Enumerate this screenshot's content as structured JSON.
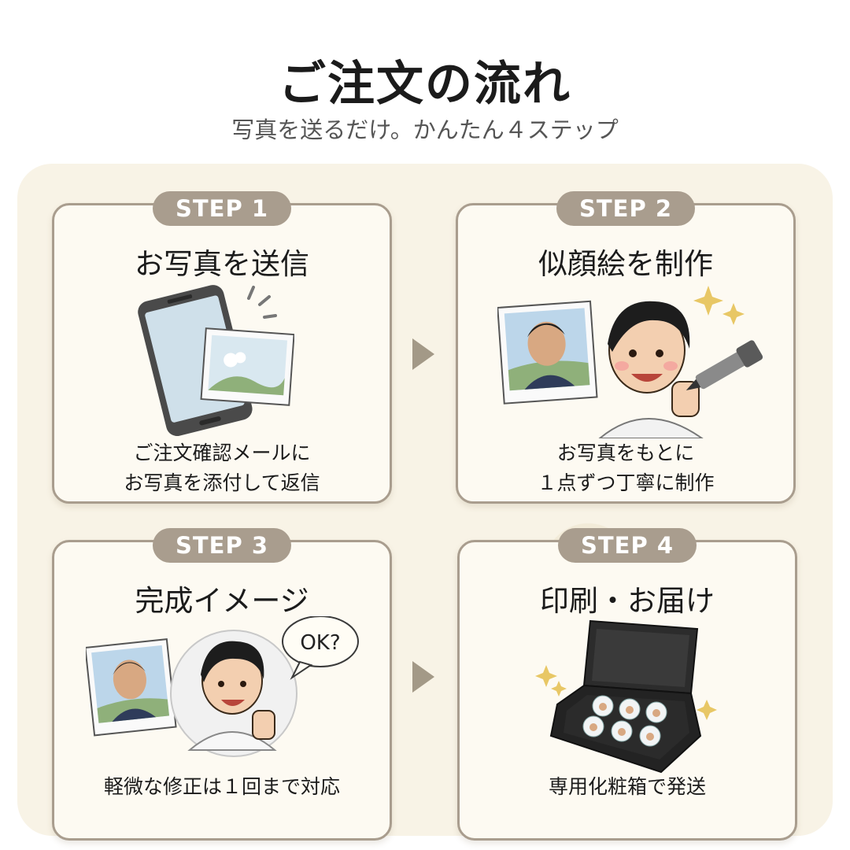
{
  "header": {
    "title": "ご注文の流れ",
    "subtitle": "写真を送るだけ。かんたん４ステップ"
  },
  "steps": [
    {
      "badge": "STEP 1",
      "title": "お写真を送信",
      "desc_line1": "ご注文確認メールに",
      "desc_line2": "お写真を添付して返信",
      "illustration": "smartphone-photo-icon"
    },
    {
      "badge": "STEP 2",
      "title": "似顔絵を制作",
      "desc_line1": "お写真をもとに",
      "desc_line2": "１点ずつ丁寧に制作",
      "illustration": "portrait-drawing-icon"
    },
    {
      "badge": "STEP 3",
      "title": "完成イメージ",
      "desc_line1": "軽微な修正は１回まで対応",
      "speech": "OK?",
      "illustration": "golf-ball-portrait-icon"
    },
    {
      "badge": "STEP 4",
      "title": "印刷・お届け",
      "desc_line1": "専用化粧箱で発送",
      "illustration": "gift-box-icon"
    }
  ],
  "colors": {
    "badge": "#a99d8e",
    "panel": "#f8f3e6",
    "card": "#fdfaf2",
    "arrow": "#a39987"
  }
}
